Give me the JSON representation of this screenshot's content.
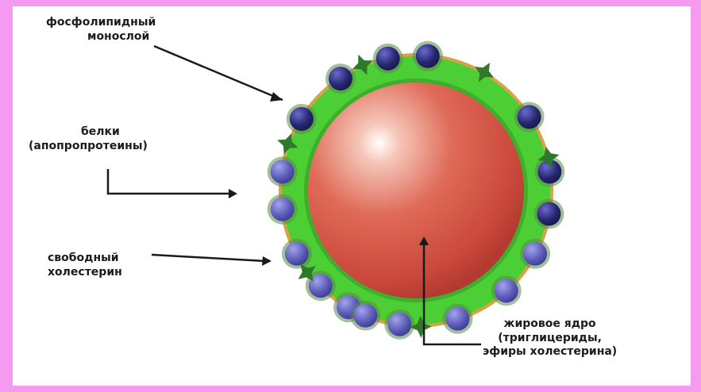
{
  "labels": {
    "phospholipid_monolayer": [
      "фосфолипидный",
      "монослой"
    ],
    "proteins": [
      "белки",
      "(апопропротеины)"
    ],
    "free_cholesterol": [
      "свободный",
      "холестерин"
    ],
    "lipid_core": [
      "жировое ядро",
      "(триглицериды,",
      "эфиры холестерина)"
    ]
  },
  "colors": {
    "background_frame": "#f59af0",
    "shell_green": "#4ccf34",
    "core_red": "#d9584a",
    "protein_blue": "#3a3a8e",
    "cholesterol_green": "#2f7a2a",
    "rim_orange": "#d8a24a"
  }
}
